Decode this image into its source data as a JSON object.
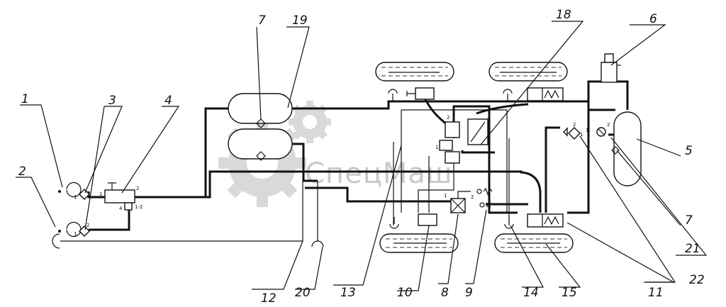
{
  "labels": {
    "l1": "1",
    "l2": "2",
    "l3": "3",
    "l4": "4",
    "l5": "5",
    "l6": "6",
    "l7a": "7",
    "l7b": "7",
    "l8": "8",
    "l9": "9",
    "l10": "10",
    "l11": "11",
    "l12": "12",
    "l13": "13",
    "l14": "14",
    "l15": "15",
    "l18": "18",
    "l19": "19",
    "l20": "20",
    "l21": "21",
    "l22": "22"
  },
  "ports": {
    "p4_1": "1",
    "p4_2": "2",
    "p4_4": "4",
    "p4_12": "1-2",
    "p3a": "1",
    "p3b": "1",
    "p3c": "2",
    "p8_1": "1",
    "p8_2": "2",
    "p21_1": "1",
    "p21_2": "2",
    "p22_1": "1",
    "p22_2": "2",
    "p18_1": "1",
    "p18_2": "2"
  },
  "watermark": {
    "text": "СпецМаш"
  },
  "colors": {
    "line": "#111111",
    "watermark": "#c9c9c9"
  }
}
